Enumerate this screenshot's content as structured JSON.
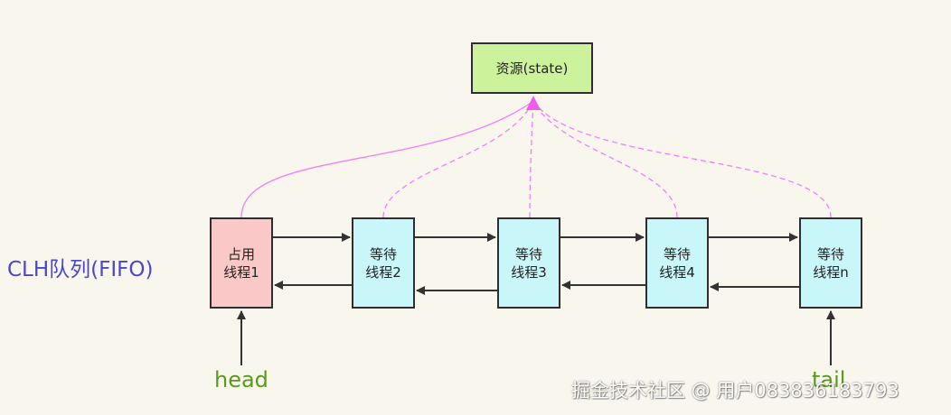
{
  "resource": {
    "label": "资源(state)"
  },
  "nodes": [
    {
      "line1": "占用",
      "line2": "线程1"
    },
    {
      "line1": "等待",
      "line2": "线程2"
    },
    {
      "line1": "等待",
      "line2": "线程3"
    },
    {
      "line1": "等待",
      "line2": "线程4"
    },
    {
      "line1": "等待",
      "line2": "线程n"
    }
  ],
  "queue_label": "CLH队列(FIFO)",
  "head_label": "head",
  "tail_label": "tail",
  "watermark": "掘金技术社区 @ 用户083836183793",
  "colors": {
    "background": "#f9f6ee",
    "resource_fill": "#ccf39b",
    "holder_fill": "#fbc8c8",
    "waiter_fill": "#c9f7f9",
    "link_magenta": "#f27ff2",
    "label_blue": "#4a47c8",
    "label_green": "#5a9a1a"
  }
}
